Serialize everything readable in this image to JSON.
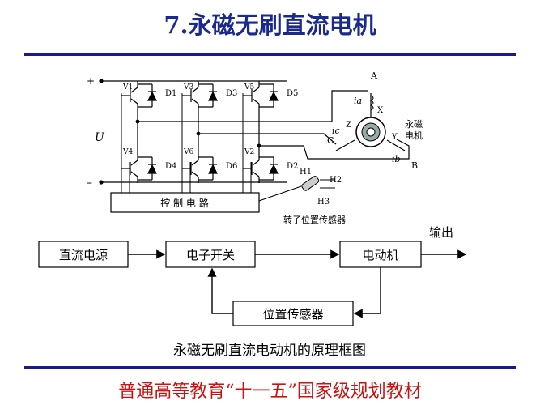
{
  "slide": {
    "title": "7.永磁无刷直流电机",
    "footer": "普通高等教育“十一五”国家级规划教材"
  },
  "circuit": {
    "plus": "+",
    "minus": "–",
    "voltage": "U",
    "switches": [
      "V1",
      "V3",
      "V5",
      "V4",
      "V6",
      "V2"
    ],
    "diodes": [
      "D1",
      "D3",
      "D5",
      "D4",
      "D6",
      "D2"
    ],
    "controller": "控 制 电 路",
    "sensor_caption": "转子位置传感器",
    "hall": [
      "H1",
      "H2",
      "H3"
    ],
    "phases": [
      "A",
      "B",
      "C"
    ],
    "windings": [
      "X",
      "Y",
      "Z"
    ],
    "currents": [
      "ia",
      "ib",
      "ic"
    ],
    "motor_label_1": "永磁",
    "motor_label_2": "电机"
  },
  "block": {
    "dc_source": "直流电源",
    "electronic_switch": "电子开关",
    "motor": "电动机",
    "position_sensor": "位置传感器",
    "output": "输出",
    "caption": "永磁无刷直流电动机的原理框图"
  }
}
